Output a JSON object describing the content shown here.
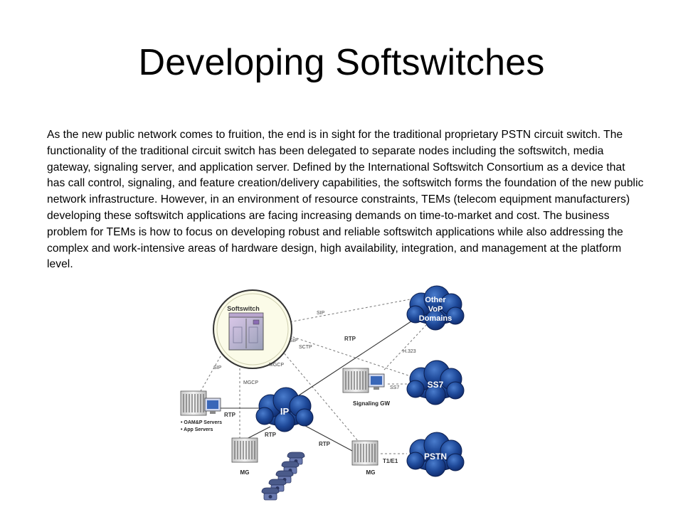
{
  "slide": {
    "title": "Developing Softswitches",
    "body": "As the new public network comes to fruition, the end is in sight for the traditional proprietary PSTN circuit switch. The functionality of the traditional circuit switch has been delegated to separate nodes including the softswitch, media gateway, signaling server, and application server. Defined by the International Softswitch Consortium as a device that has call control, signaling, and feature creation/delivery capabilities, the softswitch forms the foundation of the new public network infrastructure. However, in an environment of resource constraints, TEMs (telecom equipment manufacturers) developing these softswitch applications are facing increasing demands on time-to-market and cost. The business problem for TEMs is how to focus on developing robust and reliable softswitch applications while also addressing the complex and work-intensive areas of hardware design, high availability, integration, and management at the platform level."
  },
  "diagram": {
    "softswitch_label": "Softswitch",
    "clouds": {
      "voip_line1": "Other",
      "voip_line2": "VoP",
      "voip_line3": "Domains",
      "ss7": "SS7",
      "ip": "IP",
      "pstn": "PSTN"
    },
    "links": {
      "sip_top": "SIP",
      "sip_mid": "SIP",
      "sctp": "SCTP",
      "sip_left": "SIP",
      "mgcp_right": "MGCP",
      "mgcp_left": "MGCP",
      "rtp_top": "RTP",
      "rtp_left": "RTP",
      "rtp_mid": "RTP",
      "rtp_bottom": "RTP",
      "h323": "H.323",
      "ss7_link": "SS7",
      "t1e1": "T1/E1"
    },
    "devices": {
      "signaling_gw": "Signaling GW",
      "mg_left": "MG",
      "mg_right": "MG",
      "server_item1": "• OAM&P Servers",
      "server_item2": "• App Servers"
    },
    "colors": {
      "cloud_dark": "#0f2a6b",
      "cloud_light": "#3a67b8",
      "link_line": "#777777",
      "label_gray": "#444444",
      "phone": "#4a5a8a"
    }
  }
}
